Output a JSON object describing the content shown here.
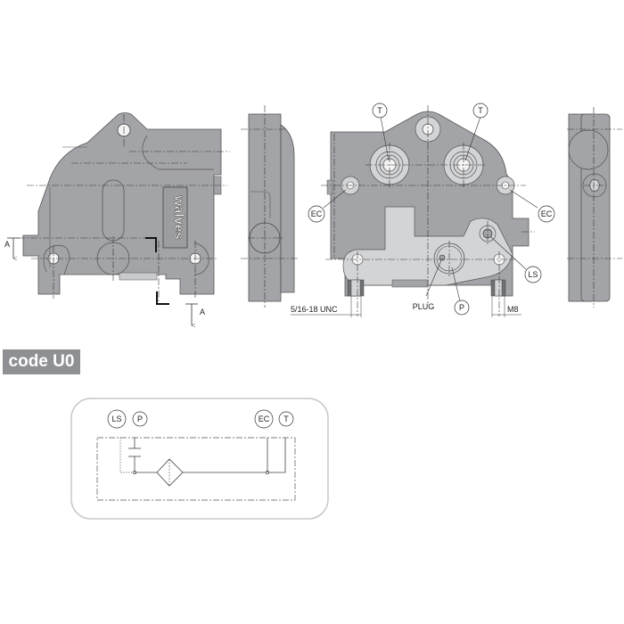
{
  "drawing": {
    "views": [
      "front-view",
      "side-view-left",
      "rear-view",
      "side-view-right"
    ],
    "section_marker": {
      "label": "A"
    },
    "port_labels": {
      "t1": "T",
      "t2": "T",
      "ec_left": "EC",
      "ec_right": "EC",
      "ls": "LS",
      "p": "P",
      "plug": "PLUG"
    },
    "dimensions": {
      "thread_left": "5/16-18 UNC",
      "thread_right": "M8"
    },
    "logo_text": "walves"
  },
  "code_badge": {
    "label": "code U0"
  },
  "schematic": {
    "ports": {
      "ls": "LS",
      "p": "P",
      "ec": "EC",
      "t": "T"
    }
  },
  "colors": {
    "body": "#a3a4a7",
    "body_light": "#d3d4d6",
    "hole": "#f4f4f4",
    "line": "#4a4a4a",
    "badge": "#8f9093",
    "frame": "#c8c8c8"
  }
}
